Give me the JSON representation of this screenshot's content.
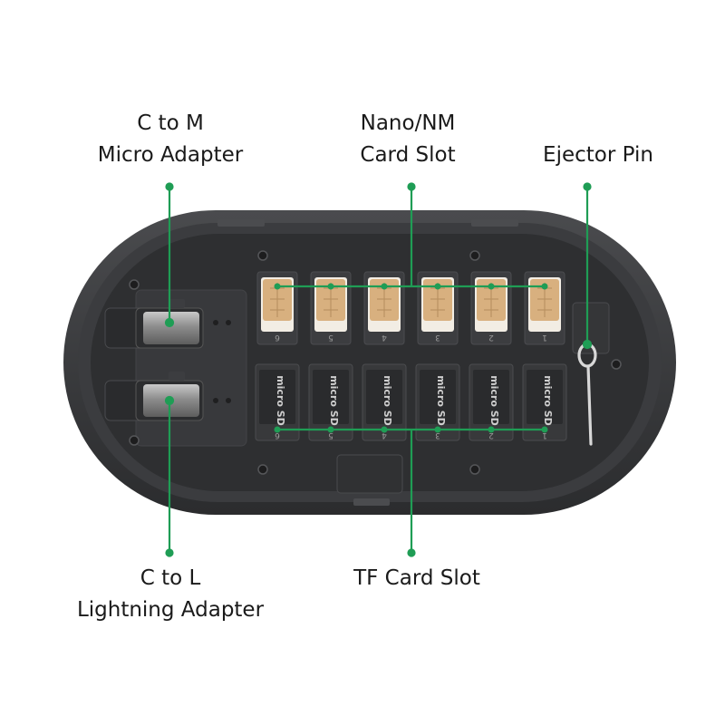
{
  "callouts": {
    "c_to_m": {
      "line1": "C to M",
      "line2": "Micro Adapter"
    },
    "nano_nm": {
      "line1": "Nano/NM",
      "line2": "Card Slot"
    },
    "ejector_pin": {
      "line1": "Ejector Pin"
    },
    "c_to_l": {
      "line1": "C to L",
      "line2": "Lightning Adapter"
    },
    "tf_card_slot": {
      "line1": "TF Card Slot"
    }
  },
  "nano_slot_numbers": [
    "6",
    "5",
    "4",
    "3",
    "2",
    "1"
  ],
  "tf_slot_numbers": [
    "6",
    "5",
    "4",
    "3",
    "2",
    "1"
  ],
  "tf_card_text": "micro SD",
  "colors": {
    "callout_line": "#1f9d55",
    "case_body": "#3a3b3d",
    "case_inner": "#2c2d2f",
    "sim_gold": "#d8b07f",
    "sim_tray": "#f2ede4"
  }
}
